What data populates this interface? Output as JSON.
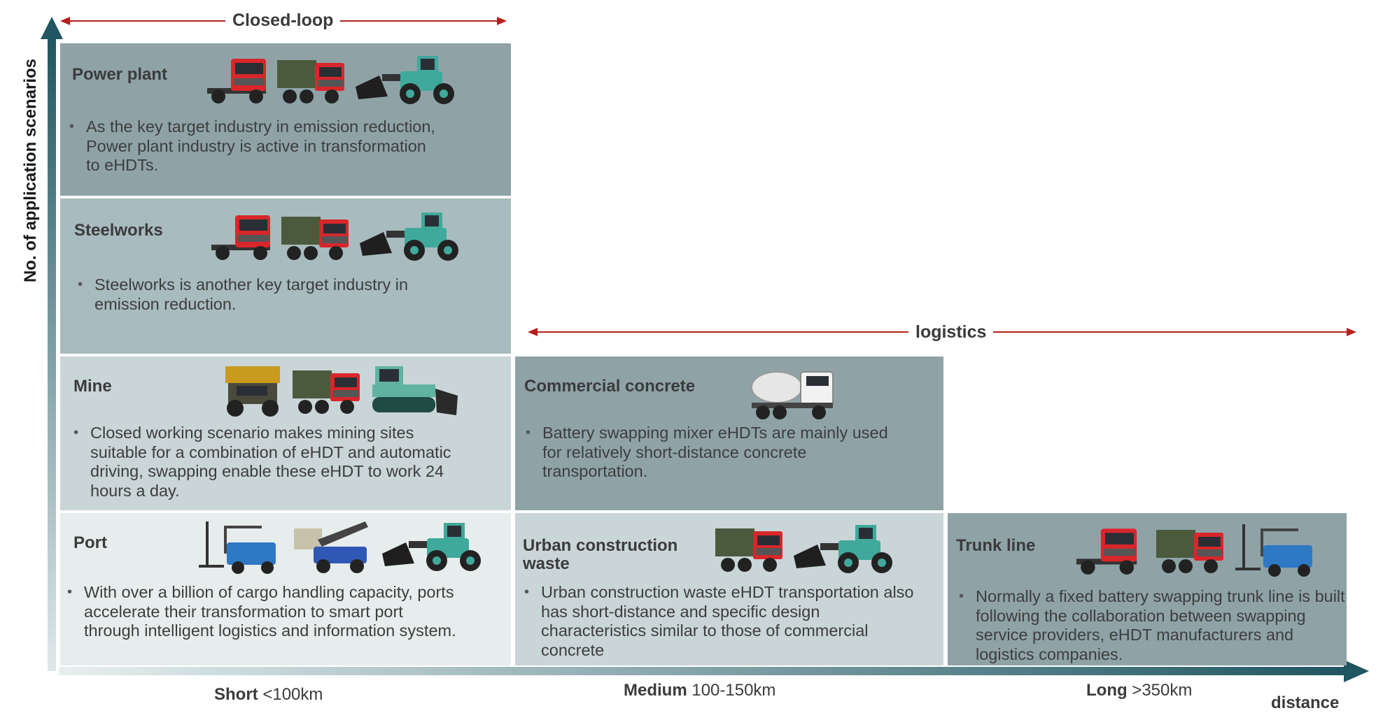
{
  "y_axis_label": "No. of application scenarios",
  "x_axis_label": "distance",
  "ranges": {
    "closed_loop": "Closed-loop",
    "logistics": "logistics"
  },
  "x_categories": [
    {
      "bold": "Short",
      "value": " <100km"
    },
    {
      "bold": "Medium",
      "value": " 100-150km"
    },
    {
      "bold": "Long",
      "value": " >350km"
    }
  ],
  "cells": {
    "power_plant": {
      "title": "Power plant",
      "text": "As the key target industry in emission reduction, Power plant industry is active in transformation to eHDTs.",
      "vehicles": [
        "tractor-truck-icon",
        "dump-truck-icon",
        "wheel-loader-icon"
      ]
    },
    "steelworks": {
      "title": "Steelworks",
      "text": "Steelworks is another key target industry in emission reduction.",
      "vehicles": [
        "tractor-truck-icon",
        "dump-truck-icon",
        "wheel-loader-icon"
      ]
    },
    "mine": {
      "title": "Mine",
      "text": "Closed working scenario makes mining sites suitable for a combination of eHDT and automatic driving, swapping enable these eHDT to work 24 hours a day.",
      "vehicles": [
        "mining-truck-icon",
        "dump-truck-icon",
        "bulldozer-icon"
      ]
    },
    "port": {
      "title": "Port",
      "text": "With over a billion of cargo handling capacity, ports accelerate their transformation to smart port through intelligent logistics and information system.",
      "vehicles": [
        "forklift-icon",
        "reach-stacker-icon",
        "wheel-loader-icon"
      ]
    },
    "commercial_concrete": {
      "title": "Commercial concrete",
      "text": "Battery swapping mixer eHDTs are mainly used for relatively short-distance concrete transportation.",
      "vehicles": [
        "mixer-truck-icon"
      ]
    },
    "urban_waste": {
      "title": "Urban construction waste",
      "text": "Urban construction waste eHDT transportation also has short-distance and specific design characteristics similar to those of commercial concrete",
      "vehicles": [
        "dump-truck-icon",
        "wheel-loader-icon"
      ]
    },
    "trunk_line": {
      "title": "Trunk line",
      "text": "Normally a fixed battery swapping trunk line is built following the collaboration between swapping service providers, eHDT manufacturers and logistics companies.",
      "vehicles": [
        "tractor-truck-icon",
        "dump-truck-icon",
        "forklift-icon"
      ]
    }
  },
  "colors": {
    "axis_dark": "#1f5661",
    "arrow_red": "#b5201b",
    "cell_dark": "#8fa3a7",
    "cell_mid": "#a8bbbe",
    "cell_light": "#c9d5d7",
    "cell_pale": "#e7eded"
  }
}
